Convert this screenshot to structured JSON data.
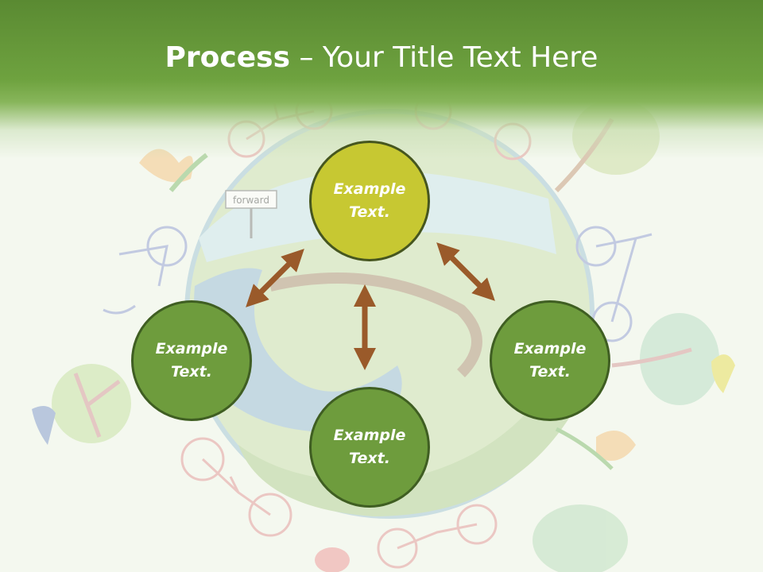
{
  "title": {
    "bold": "Process",
    "separator": " – ",
    "rest": "Your Title Text Here"
  },
  "nodes": {
    "top": {
      "line1": "Example",
      "line2": "Text."
    },
    "left": {
      "line1": "Example",
      "line2": "Text."
    },
    "right": {
      "line1": "Example",
      "line2": "Text."
    },
    "bottom": {
      "line1": "Example",
      "line2": "Text."
    }
  },
  "background_sign": "forward",
  "colors": {
    "header": "#6ea23f",
    "node_highlight": "#c7c832",
    "node": "#6e9c3d",
    "node_border": "#3f5e22",
    "arrow": "#9a5a2a"
  }
}
